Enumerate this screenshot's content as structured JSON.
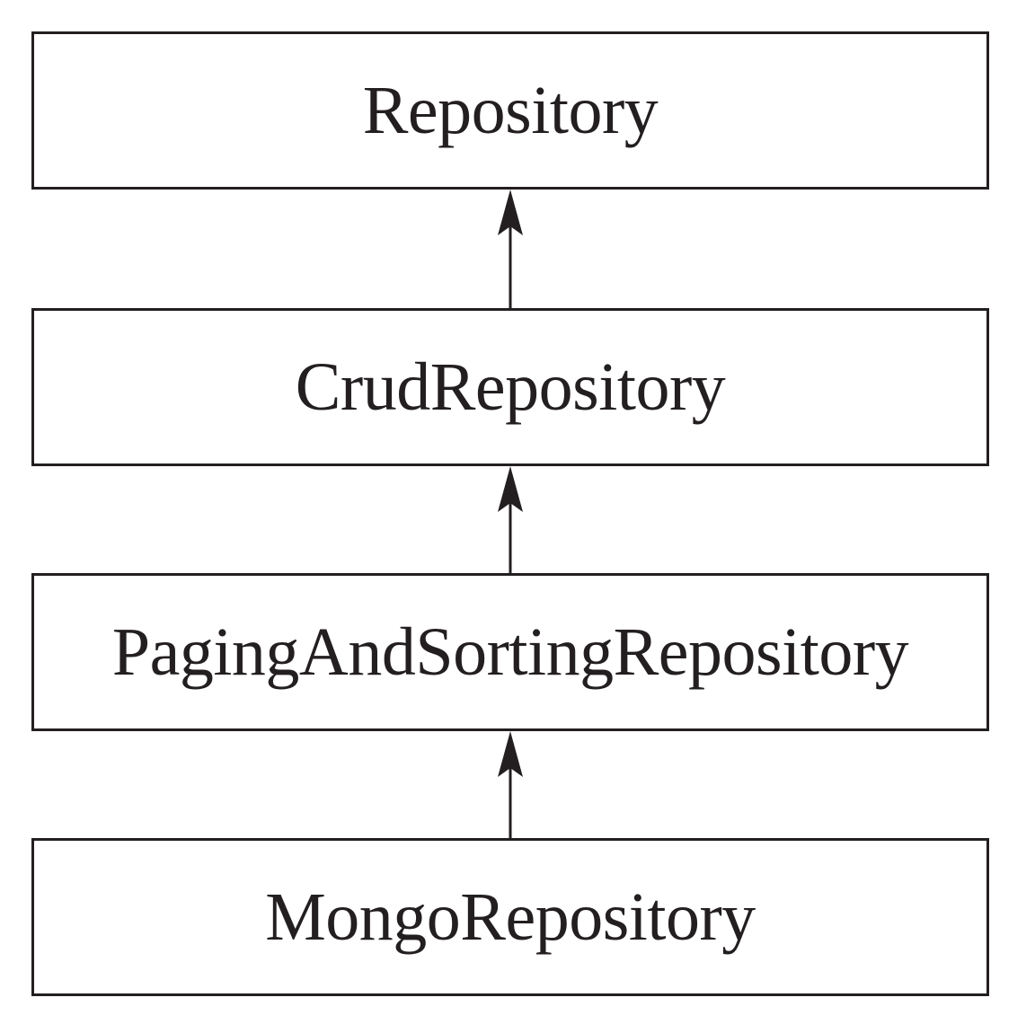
{
  "diagram": {
    "nodes": [
      {
        "label": "Repository"
      },
      {
        "label": "CrudRepository"
      },
      {
        "label": "PagingAndSortingRepository"
      },
      {
        "label": "MongoRepository"
      }
    ],
    "edges": [
      {
        "from": "CrudRepository",
        "to": "Repository"
      },
      {
        "from": "PagingAndSortingRepository",
        "to": "CrudRepository"
      },
      {
        "from": "MongoRepository",
        "to": "PagingAndSortingRepository"
      }
    ],
    "colors": {
      "stroke": "#231f20",
      "text": "#231f20",
      "background": "#ffffff"
    }
  }
}
